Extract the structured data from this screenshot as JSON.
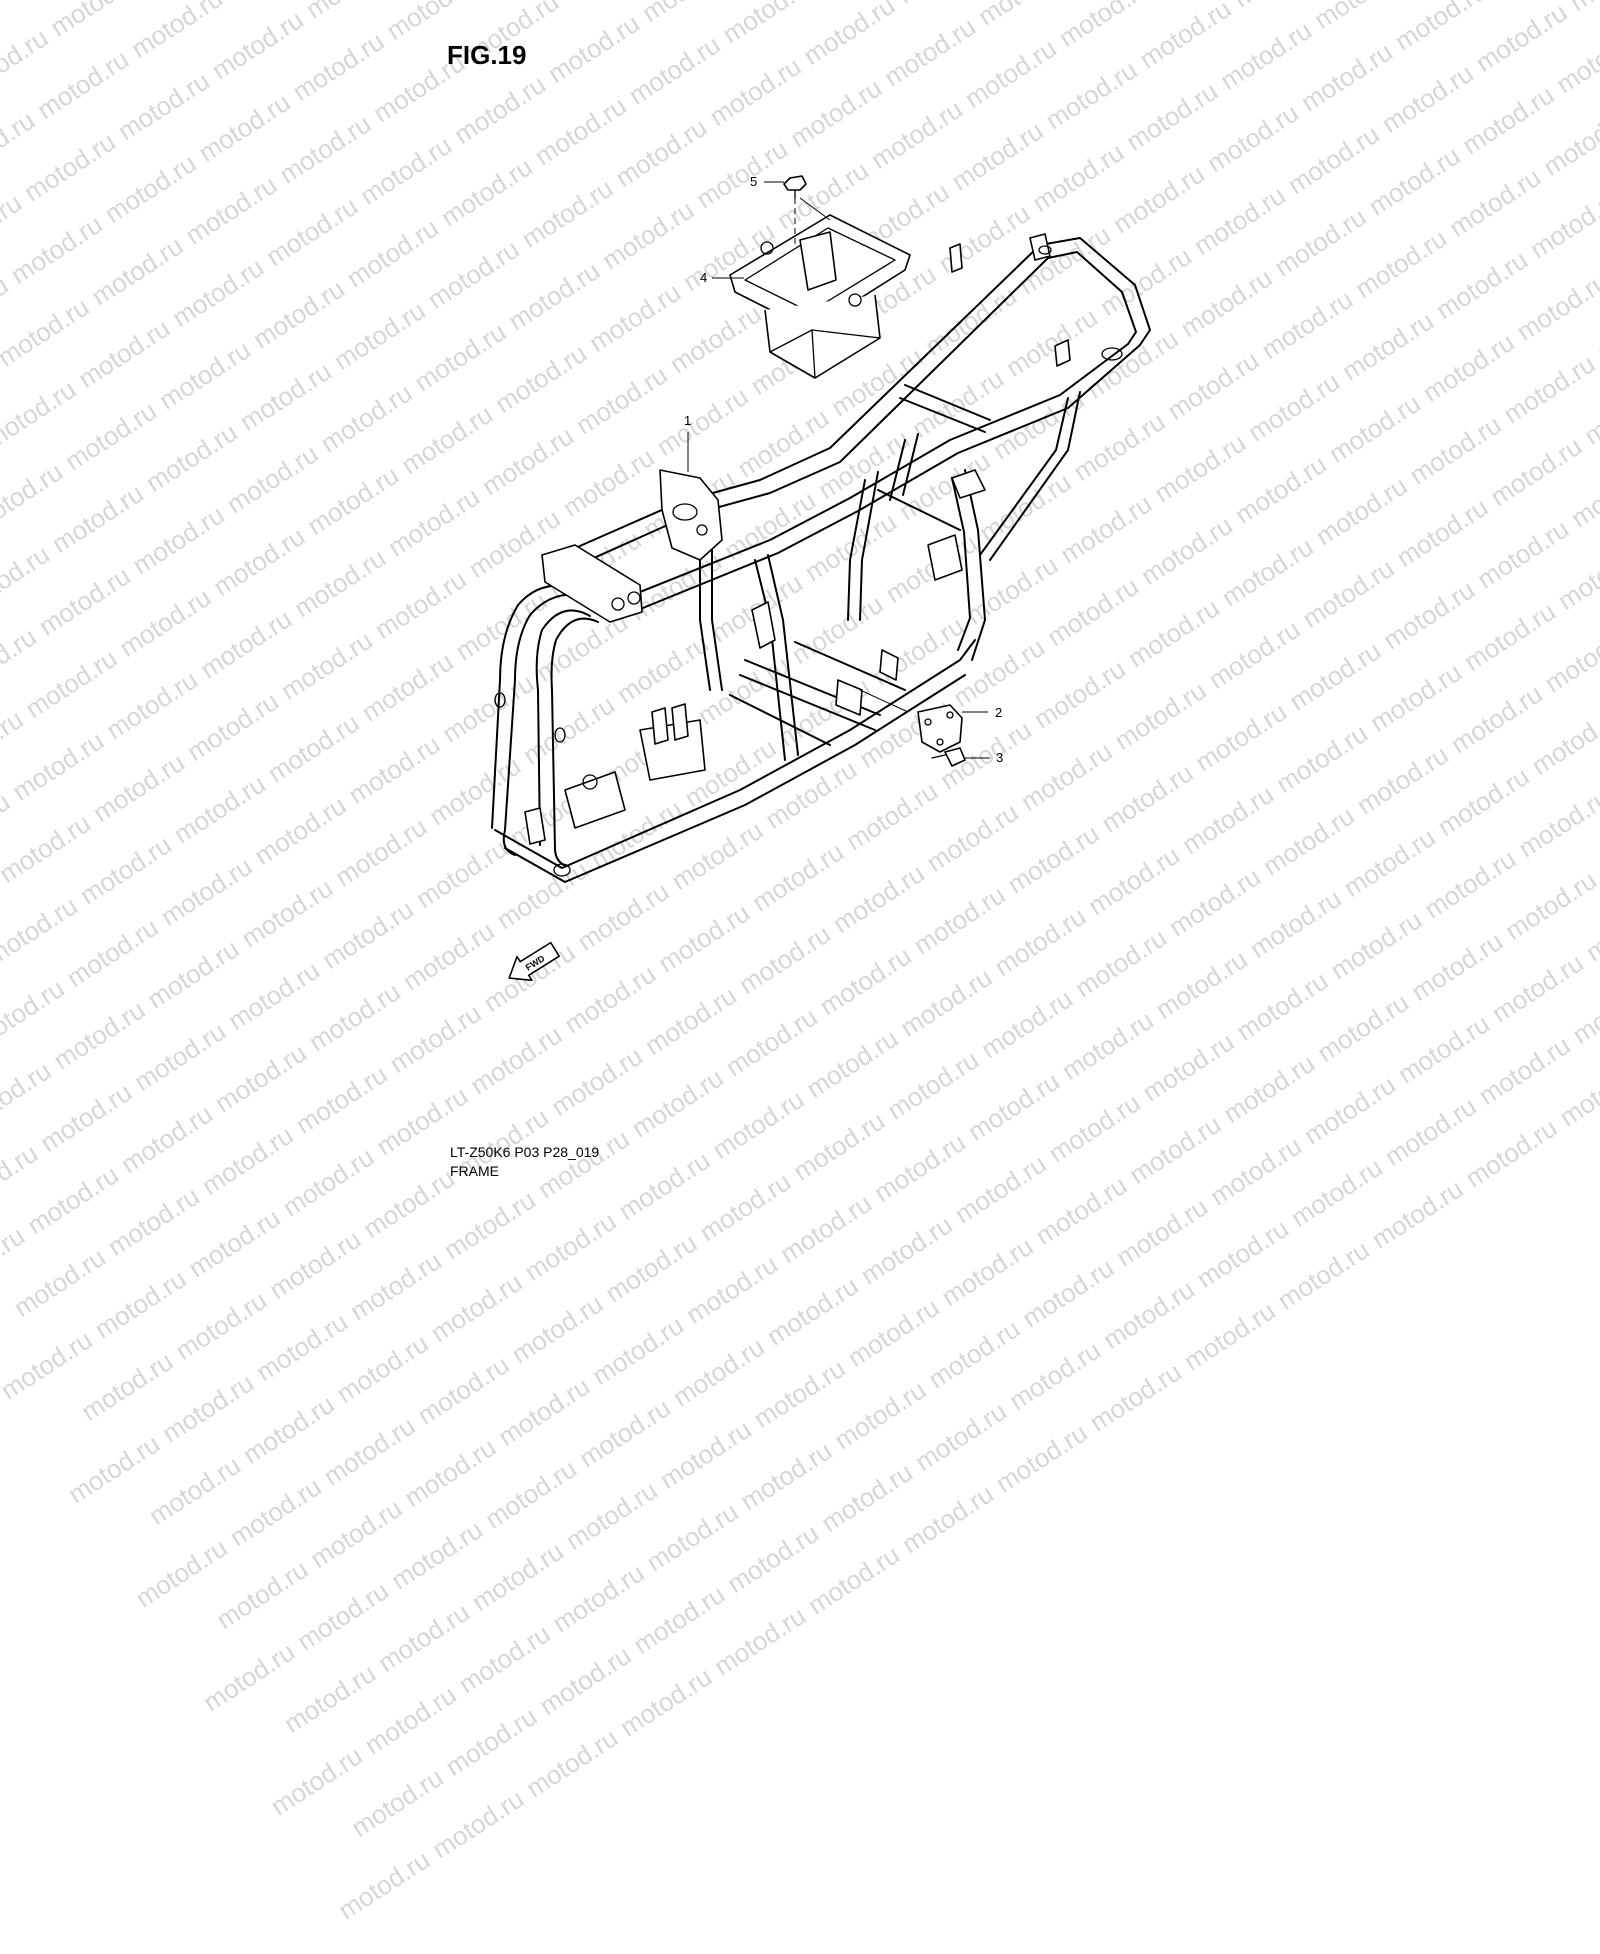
{
  "figure": {
    "title": "FIG.19"
  },
  "watermark": {
    "text": "motod.ru"
  },
  "callouts": [
    {
      "number": "1",
      "part": "frame"
    },
    {
      "number": "2",
      "part": "plate"
    },
    {
      "number": "3",
      "part": "bolt"
    },
    {
      "number": "4",
      "part": "battery-box"
    },
    {
      "number": "5",
      "part": "screw"
    }
  ],
  "fwd_arrow": {
    "label": "FWD"
  },
  "footer": {
    "code": "LT-Z50K6 P03 P28_019",
    "name": "FRAME"
  }
}
